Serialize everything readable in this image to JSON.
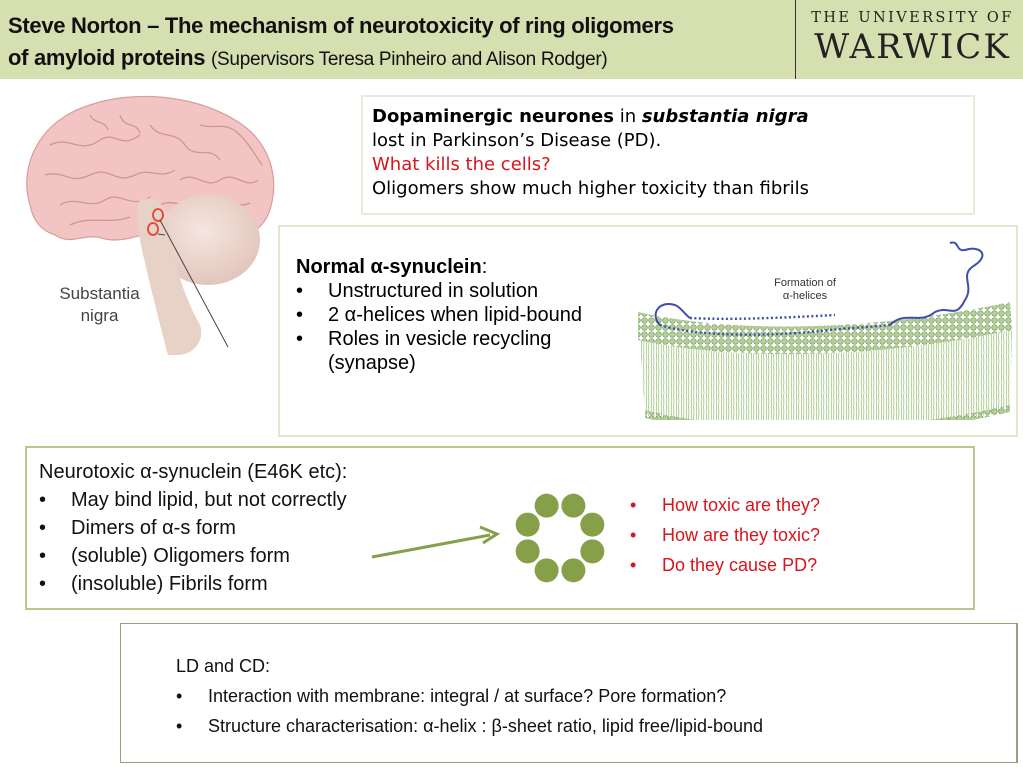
{
  "header": {
    "title_bold_line1": "Steve Norton – The mechanism of neurotoxicity of ring oligomers",
    "title_bold_line2": "of amyloid proteins",
    "title_subtitle": "(Supervisors Teresa Pinheiro and Alison Rodger)",
    "logo_line1": "THE UNIVERSITY OF",
    "logo_line2": "WARWICK",
    "background_color": "#d5dfb0"
  },
  "brain_figure": {
    "label_line1": "Substantia",
    "label_line2": "nigra"
  },
  "intro_box": {
    "bold": "Dopaminergic neurones",
    "mid": " in ",
    "bold_italic": "substantia nigra",
    "line2": "lost in Parkinson’s Disease (PD).",
    "question": "What kills the cells?",
    "line4": "Oligomers show much higher toxicity than fibrils"
  },
  "normal_box": {
    "heading_bold": "Normal α-synuclein",
    "heading_suffix": ":",
    "bullet_char": "•",
    "items": [
      "Unstructured in solution",
      "2 α-helices when lipid-bound",
      "Roles in vesicle recycling (synapse)"
    ],
    "figure_label_line1": "Formation of",
    "figure_label_line2": "α-helices"
  },
  "neurotoxic_box": {
    "heading": "Neurotoxic α-synuclein (E46K etc):",
    "bullet_char": "•",
    "items": [
      "May bind lipid, but not correctly",
      "Dimers of α-s form",
      "(soluble) Oligomers form",
      "(insoluble) Fibrils form"
    ],
    "questions": [
      "How toxic are they?",
      "How are they toxic?",
      "Do they cause PD?"
    ],
    "ring_color": "#86a04a",
    "question_color": "#d8141c"
  },
  "methods_box": {
    "heading": "LD and CD:",
    "bullet_char": "•",
    "items": [
      "Interaction with membrane: integral / at surface? Pore formation?",
      "Structure characterisation: α-helix : β-sheet ratio, lipid free/lipid-bound"
    ]
  }
}
